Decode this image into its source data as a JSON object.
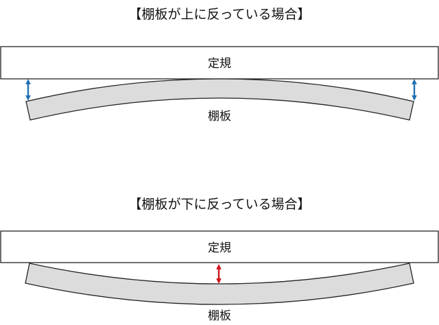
{
  "sections": [
    {
      "title": "【棚板が上に反っている場合】",
      "ruler_label": "定規",
      "shelf_label": "棚板",
      "arrow_color": "#1f6fb3"
    },
    {
      "title": "【棚板が下に反っている場合】",
      "ruler_label": "定規",
      "shelf_label": "棚板",
      "arrow_color": "#d0121b"
    }
  ],
  "colors": {
    "ruler_fill": "#ffffff",
    "shelf_fill": "#dcdcdc",
    "stroke": "#222222"
  }
}
